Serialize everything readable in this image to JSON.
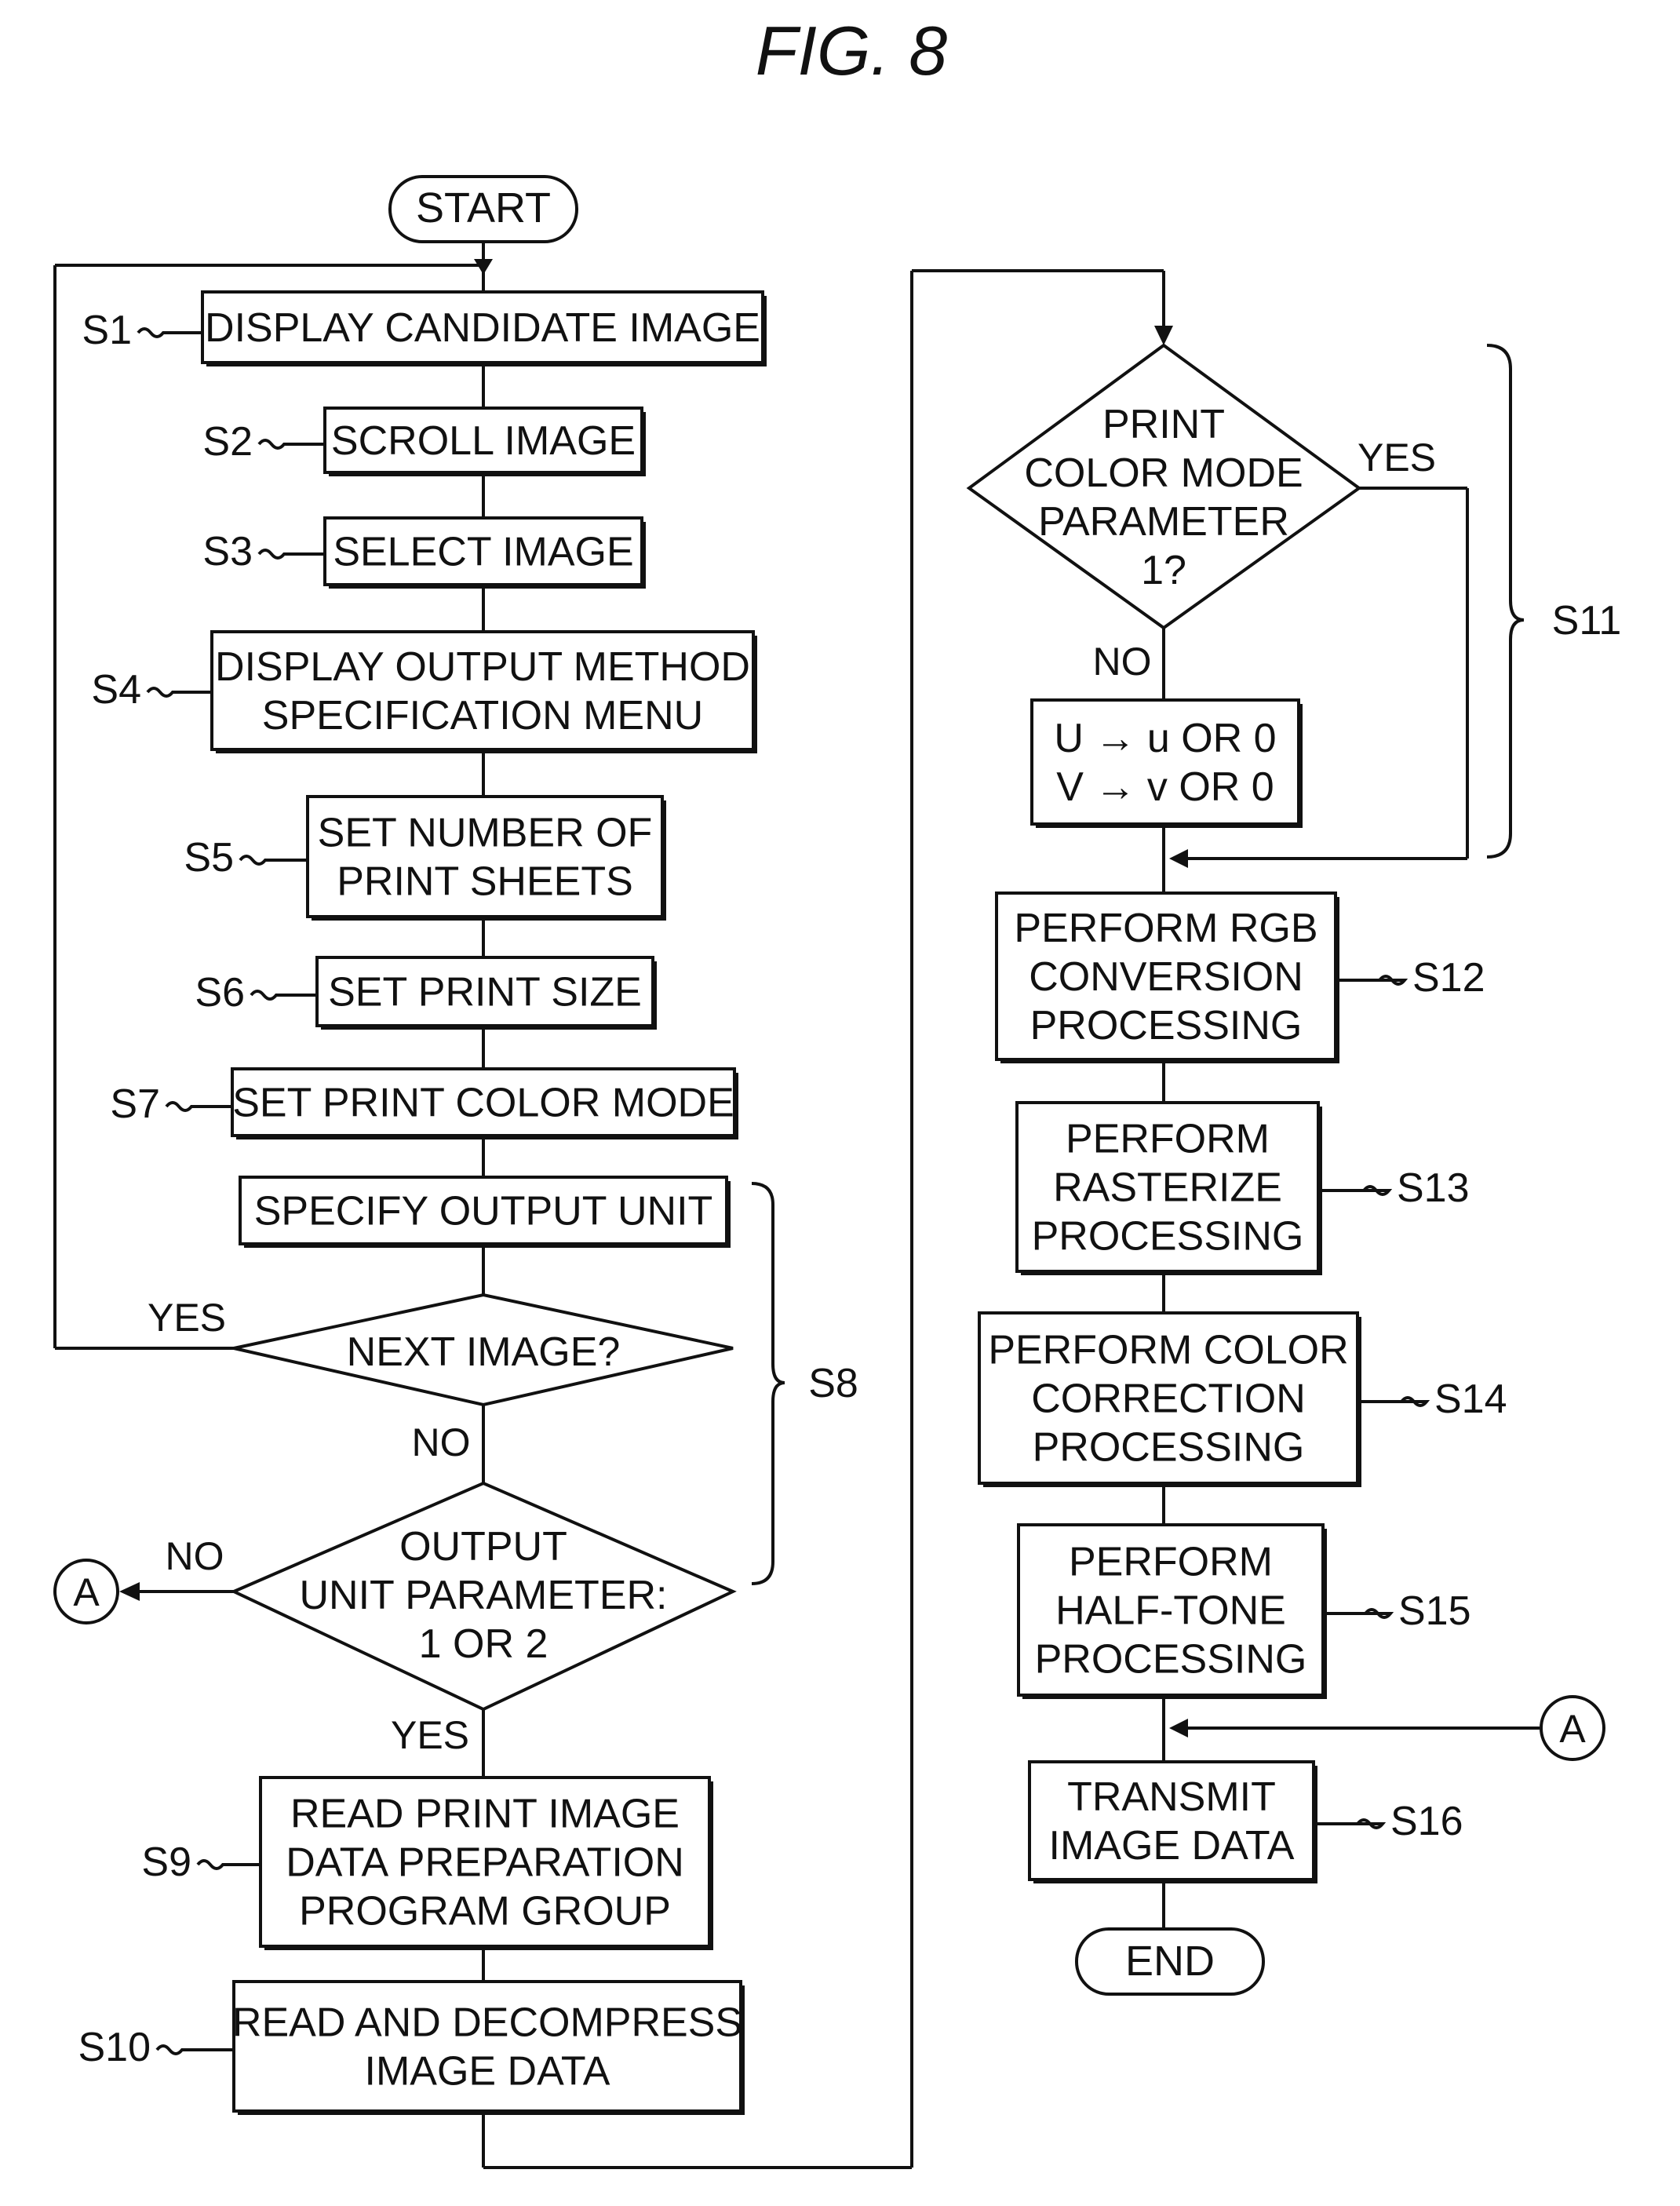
{
  "figure": {
    "title": "FIG. 8"
  },
  "terminals": {
    "start": "START",
    "end": "END"
  },
  "connector": {
    "label": "A"
  },
  "steps": {
    "s1": {
      "id": "S1",
      "text": [
        "DISPLAY CANDIDATE IMAGE"
      ]
    },
    "s2": {
      "id": "S2",
      "text": [
        "SCROLL IMAGE"
      ]
    },
    "s3": {
      "id": "S3",
      "text": [
        "SELECT IMAGE"
      ]
    },
    "s4": {
      "id": "S4",
      "text": [
        "DISPLAY OUTPUT METHOD",
        "SPECIFICATION MENU"
      ]
    },
    "s5": {
      "id": "S5",
      "text": [
        "SET NUMBER OF",
        "PRINT SHEETS"
      ]
    },
    "s6": {
      "id": "S6",
      "text": [
        "SET PRINT SIZE"
      ]
    },
    "s7": {
      "id": "S7",
      "text": [
        "SET PRINT COLOR MODE"
      ]
    },
    "s8_unit": {
      "text": [
        "SPECIFY OUTPUT UNIT"
      ]
    },
    "s8": {
      "id": "S8"
    },
    "s9": {
      "id": "S9",
      "text": [
        "READ PRINT IMAGE",
        "DATA PREPARATION",
        "PROGRAM GROUP"
      ]
    },
    "s10": {
      "id": "S10",
      "text": [
        "READ AND DECOMPRESS",
        "IMAGE DATA"
      ]
    },
    "s11": {
      "id": "S11"
    },
    "s11_convert": {
      "text": [
        "U → u OR 0",
        "V → v OR 0"
      ]
    },
    "s12": {
      "id": "S12",
      "text": [
        "PERFORM RGB",
        "CONVERSION",
        "PROCESSING"
      ]
    },
    "s13": {
      "id": "S13",
      "text": [
        "PERFORM",
        "RASTERIZE",
        "PROCESSING"
      ]
    },
    "s14": {
      "id": "S14",
      "text": [
        "PERFORM COLOR",
        "CORRECTION",
        "PROCESSING"
      ]
    },
    "s15": {
      "id": "S15",
      "text": [
        "PERFORM",
        "HALF-TONE",
        "PROCESSING"
      ]
    },
    "s16": {
      "id": "S16",
      "text": [
        "TRANSMIT",
        "IMAGE DATA"
      ]
    }
  },
  "decisions": {
    "next_image": {
      "text": [
        "NEXT IMAGE?"
      ],
      "yes": "YES",
      "no": "NO"
    },
    "output_unit": {
      "text": [
        "OUTPUT",
        "UNIT PARAMETER:",
        "1 OR 2"
      ],
      "yes": "YES",
      "no": "NO"
    },
    "color_mode": {
      "text": [
        "PRINT",
        "COLOR MODE",
        "PARAMETER",
        "1?"
      ],
      "yes": "YES",
      "no": "NO"
    }
  }
}
